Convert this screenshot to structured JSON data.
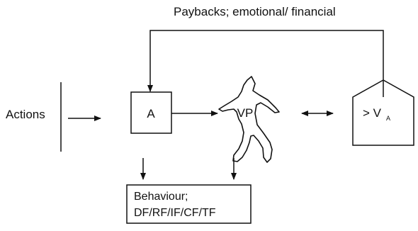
{
  "diagram": {
    "feedback_label": "Paybacks; emotional/ financial",
    "actions_label": "Actions",
    "box_a_label": "A",
    "figure_label": "VP",
    "value_main": "> V",
    "value_sub": "A",
    "behaviour_line1": "Behaviour;",
    "behaviour_line2": "DF/RF/IF/CF/TF",
    "stroke_color": "#111111",
    "background_color": "#ffffff"
  }
}
